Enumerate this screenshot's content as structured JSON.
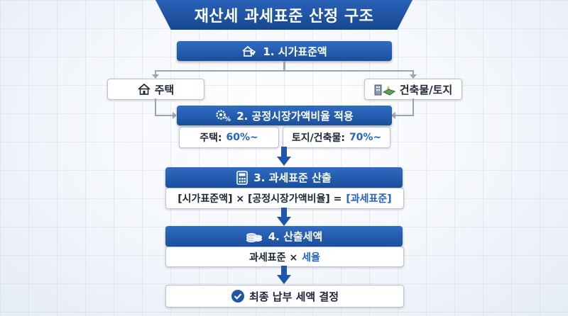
{
  "title": "재산세 과세표준 산정 구조",
  "step1": {
    "label": "1. 시가표준액",
    "icon": "house-price-tag-icon"
  },
  "branch_left": {
    "label": "주택",
    "icon": "house-icon"
  },
  "branch_right": {
    "label": "건축물/토지",
    "icon": "building-land-icon"
  },
  "step2": {
    "label": "2. 공정시장가액비율 적용",
    "icon": "gear-percent-icon"
  },
  "ratio_house": {
    "label": "주택:",
    "value": "60%~"
  },
  "ratio_land": {
    "label": "토지/건축물:",
    "value": "70%~"
  },
  "step3": {
    "label": "3. 과세표준 산출",
    "icon": "calculator-icon",
    "formula_left": "[시가표준액] × [공정시장가액비율] =",
    "formula_result": "[과세표준]"
  },
  "step4": {
    "label": "4. 산출세액",
    "icon": "coins-icon",
    "formula_left": "과세표준 ×",
    "formula_result": "세율"
  },
  "final": {
    "label": "최종 납부 세액 결정",
    "icon": "check-circle-icon"
  },
  "colors": {
    "primary": "#1f57a8",
    "accent": "#2563c0",
    "connector": "#9aa5b3"
  }
}
